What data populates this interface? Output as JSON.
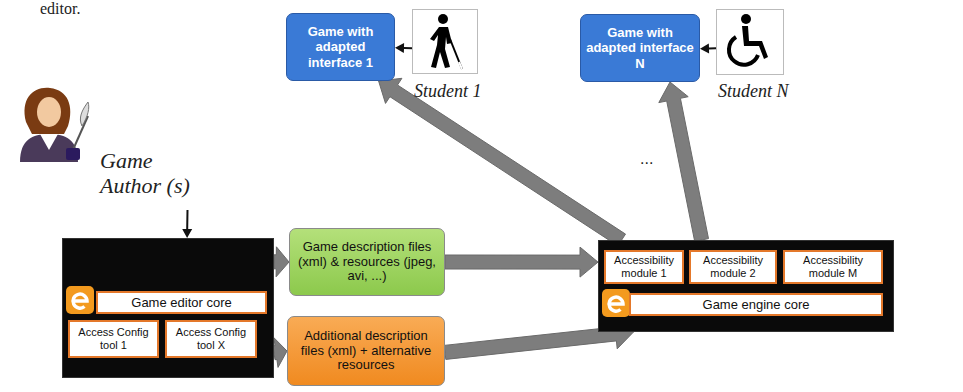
{
  "diagram": {
    "nodes": [
      {
        "text": [
          "Game Author (s)"
        ]
      },
      {
        "text": []
      },
      {
        "text": [
          "Game editor core"
        ],
        "in": 1
      },
      {
        "text": [
          "Access Config tool 1"
        ],
        "in": 1
      },
      {
        "text": [
          "Access Config tool X"
        ],
        "in": 1
      },
      {
        "text": [
          "Game description files (xml) & resources (jpeg, avi, ...)"
        ]
      },
      {
        "text": [
          "Additional description files (xml) + alternative resources"
        ]
      },
      {
        "text": []
      },
      {
        "text": [
          "Accessibility module 1"
        ],
        "in": 7
      },
      {
        "text": [
          "Accessibility module 2"
        ],
        "in": 7
      },
      {
        "text": [
          "Accessibility module M"
        ],
        "in": 7
      },
      {
        "text": [
          "Game engine core"
        ],
        "in": 7
      },
      {
        "text": [
          "Game with adapted interface 1"
        ]
      },
      {
        "text": [
          "Student 1"
        ]
      },
      {
        "text": [
          "Game with adapted interface N"
        ]
      },
      {
        "text": [
          "Student N"
        ]
      }
    ],
    "edges": [
      {
        "from": 0,
        "to": 1,
        "arrow": "to"
      },
      {
        "from": 1,
        "to": 5,
        "arrow": "to"
      },
      {
        "from": 1,
        "to": 6,
        "arrow": "to"
      },
      {
        "from": 5,
        "to": 7,
        "arrow": "to"
      },
      {
        "from": 6,
        "to": 7,
        "arrow": "to"
      },
      {
        "from": 7,
        "to": 12,
        "arrow": "to"
      },
      {
        "from": 7,
        "to": 14,
        "arrow": "to"
      },
      {
        "from": 13,
        "to": 12,
        "arrow": "to"
      },
      {
        "from": 15,
        "to": 14,
        "arrow": "to"
      }
    ],
    "labels": [
      "editor.",
      "..."
    ]
  }
}
